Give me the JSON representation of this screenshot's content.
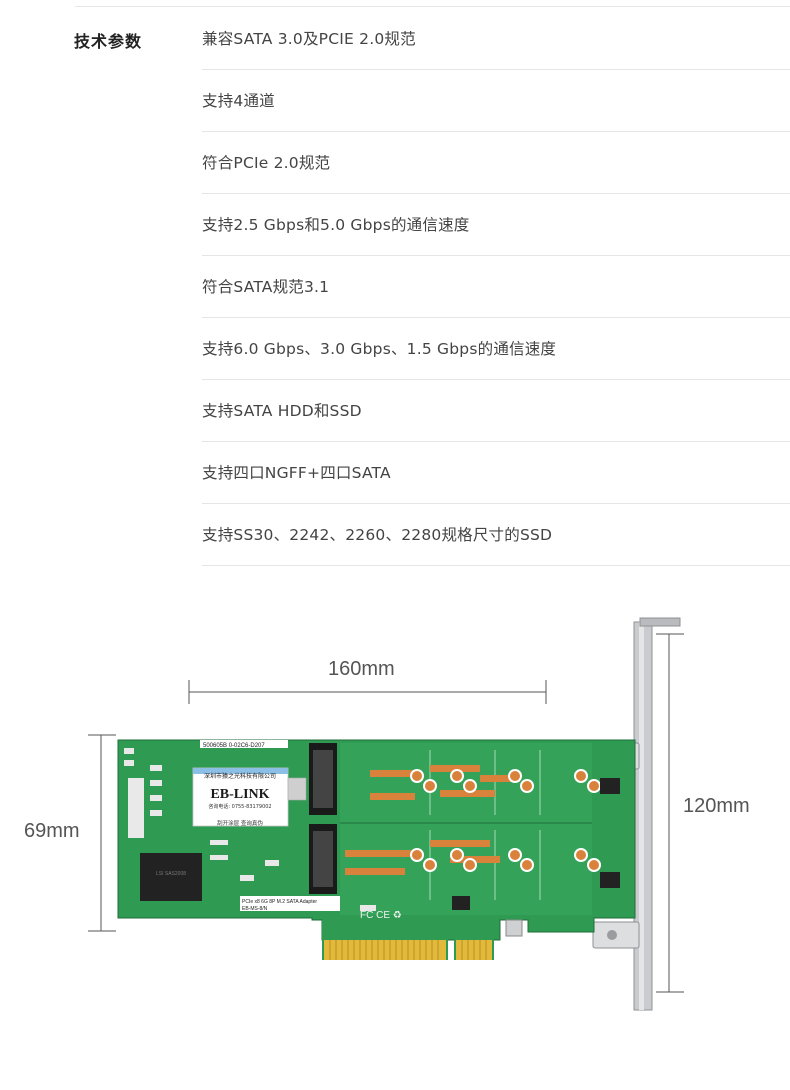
{
  "specs": {
    "title": "技术参数",
    "items": [
      "兼容SATA 3.0及PCIE 2.0规范",
      "支持4通道",
      "符合PCIe 2.0规范",
      "支持2.5 Gbps和5.0 Gbps的通信速度",
      "符合SATA规范3.1",
      "支持6.0 Gbps、3.0 Gbps、1.5 Gbps的通信速度",
      "支持SATA HDD和SSD",
      "支持四口NGFF+四口SATA",
      "支持SS30、2242、2260、2280规格尺寸的SSD"
    ]
  },
  "dimensions": {
    "length": "160mm",
    "height": "69mm",
    "bracket": "120mm"
  },
  "board": {
    "top_label": "500605B  0-02C6-D207",
    "company": "深圳市猿之光科技有限公司",
    "brand": "EB-LINK",
    "phone": "咨询电话: 0755-83179002",
    "slogan": "刮开涂层   查询真伪",
    "model": "PCIe x8 6G 8P M.2 SATA Adapter",
    "model_code": "EB-MS-8/N",
    "chip": "LSI SAS2008",
    "colors": {
      "pcb": "#2e9a52",
      "gold": "#e2b93b",
      "copper": "#d9823b",
      "bracket": "#c7c9cc"
    }
  }
}
